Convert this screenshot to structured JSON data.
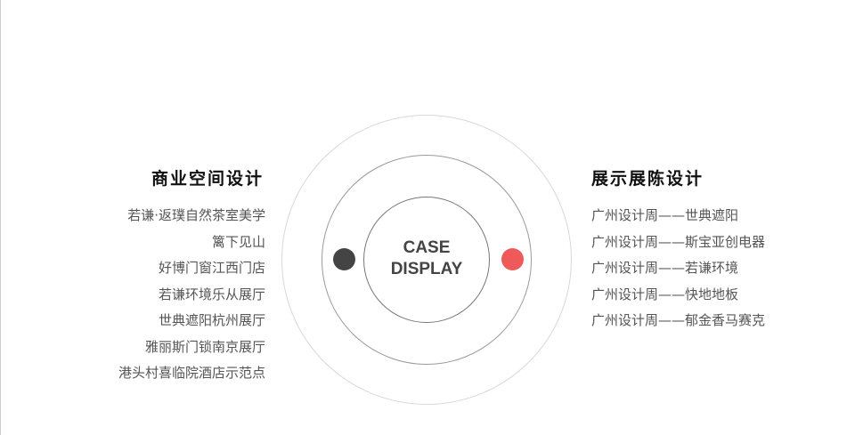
{
  "left": {
    "title": "商业空间设计",
    "items": [
      "若谦·返璞自然茶室美学",
      "篱下见山",
      "好博门窗江西门店",
      "若谦环境乐从展厅",
      "世典遮阳杭州展厅",
      "雅丽斯门锁南京展厅",
      "港头村喜临院酒店示范点"
    ]
  },
  "right": {
    "title": "展示展陈设计",
    "items": [
      "广州设计周——世典遮阳",
      "广州设计周——斯宝亚创电器",
      "广州设计周——若谦环境",
      "广州设计周——快地地板",
      "广州设计周——郁金香马赛克"
    ]
  },
  "center": {
    "line1": "CASE",
    "line2": "DISPLAY"
  },
  "colors": {
    "left_dot": "#444444",
    "right_dot": "#ee5a5a"
  }
}
